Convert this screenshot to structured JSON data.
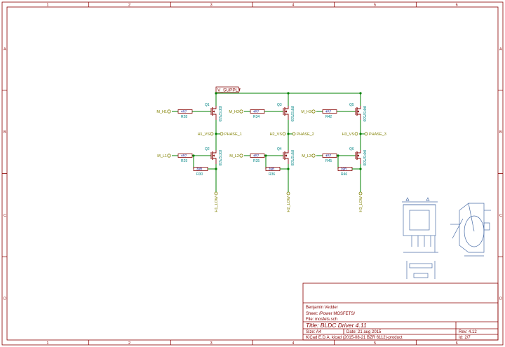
{
  "frame": {
    "columns": [
      "1",
      "2",
      "3",
      "4",
      "5",
      "6"
    ],
    "rows": [
      "A",
      "B",
      "C",
      "D"
    ]
  },
  "colors": {
    "border": "#8b0000",
    "wire": "#008000",
    "label": "#808000",
    "component": "#840000",
    "refdes": "#008484",
    "value_text": "#000084",
    "drawing": "#4b6ea8"
  },
  "supply_label": "V_SUPPLY",
  "phases": [
    {
      "high_input": "M_H1",
      "high_resistor": {
        "ref": "R28",
        "value": "4R7"
      },
      "high_fet": {
        "ref": "Q1",
        "part": "IRFS7530"
      },
      "vs_label": "H1_VS",
      "phase_label": "PHASE_1",
      "low_input": "M_L1",
      "low_resistor": {
        "ref": "R29",
        "value": "4R7"
      },
      "low_fet": {
        "ref": "Q2",
        "part": "IRFS7530"
      },
      "return_resistor": {
        "ref": "R30",
        "value": "39R"
      },
      "low_label": "H1_LOW"
    },
    {
      "high_input": "M_H2",
      "high_resistor": {
        "ref": "R34",
        "value": "4R7"
      },
      "high_fet": {
        "ref": "Q3",
        "part": "IRFS7530"
      },
      "vs_label": "H2_VS",
      "phase_label": "PHASE_2",
      "low_input": "M_L2",
      "low_resistor": {
        "ref": "R35",
        "value": "4R7"
      },
      "low_fet": {
        "ref": "Q4",
        "part": "IRFS7530"
      },
      "return_resistor": {
        "ref": "R36",
        "value": "39R"
      },
      "low_label": "H2_LOW"
    },
    {
      "high_input": "M_H3",
      "high_resistor": {
        "ref": "R42",
        "value": "4R7"
      },
      "high_fet": {
        "ref": "Q5",
        "part": "IRFS7530"
      },
      "vs_label": "H3_VS",
      "phase_label": "PHASE_3",
      "low_input": "M_L3",
      "low_resistor": {
        "ref": "R45",
        "value": "4R7"
      },
      "low_fet": {
        "ref": "Q6",
        "part": "IRFS7530"
      },
      "return_resistor": {
        "ref": "R46",
        "value": "39R"
      },
      "low_label": "H3_LOW"
    }
  ],
  "title_block": {
    "author": "Benjamin Vedder",
    "sheet": "Sheet: /Power MOSFETS/",
    "file": "File: mosfets.sch",
    "title": "Title: BLDC Driver 4.11",
    "size": "Size: A4",
    "date": "Date: 21 aug 2015",
    "rev": "Rev: 4.12",
    "tool": "KiCad E.D.A.  kicad (2015-08-21 BZR 6112)-product",
    "id": "Id: 2/7"
  }
}
